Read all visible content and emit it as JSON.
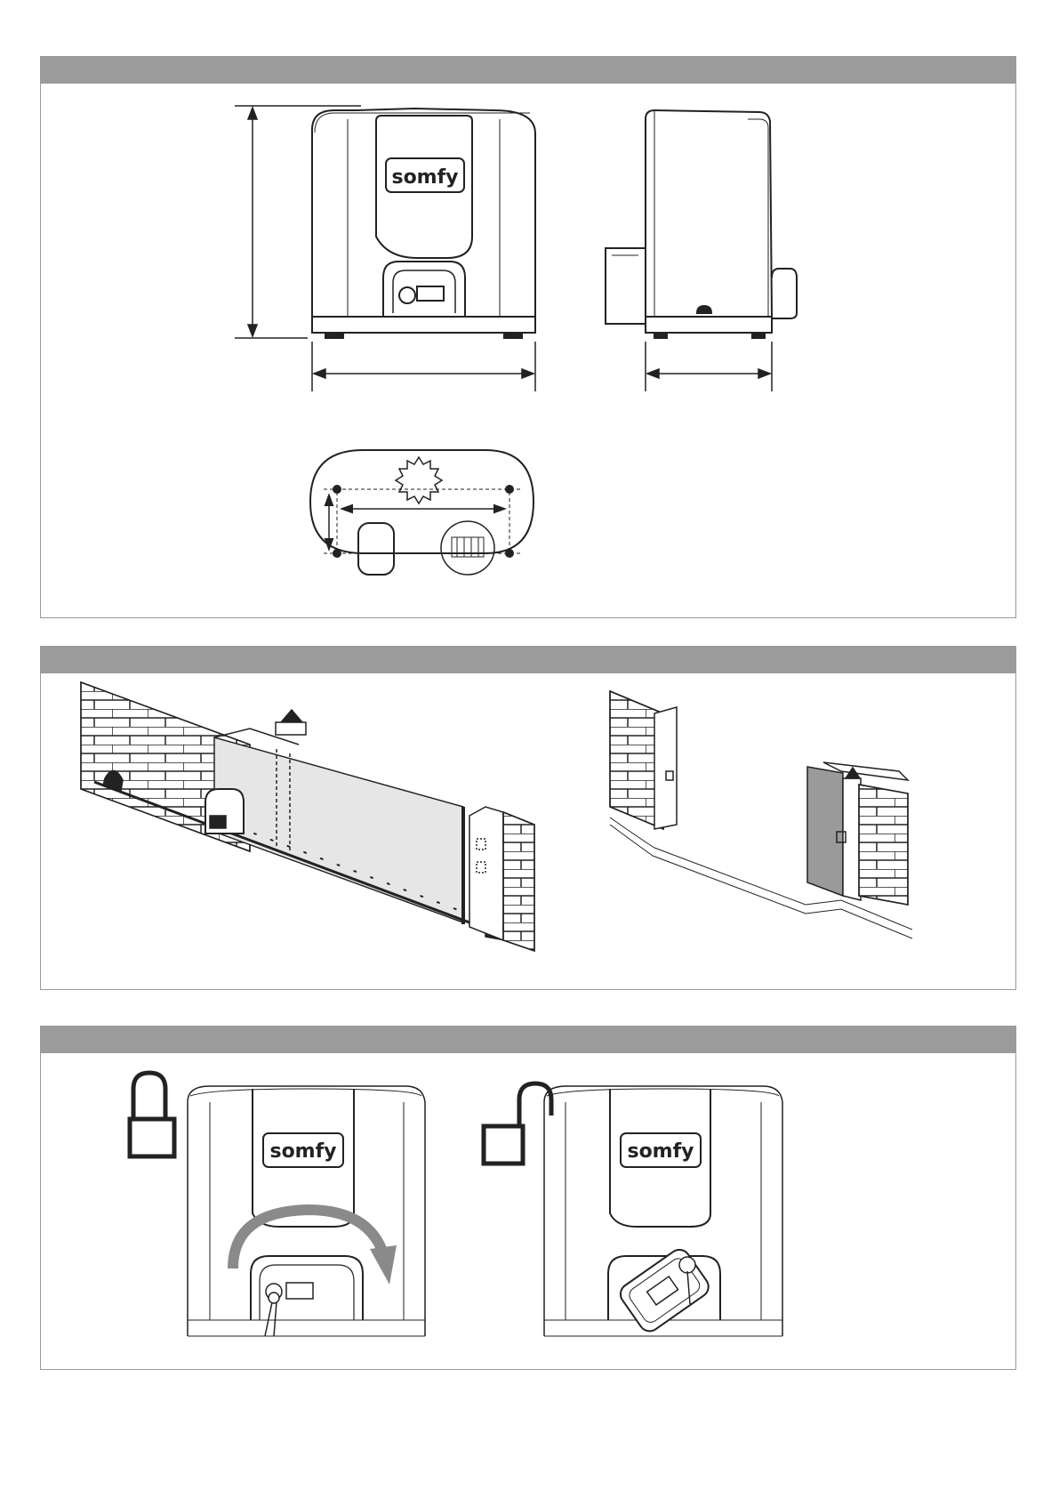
{
  "panels": [
    {
      "id": "dimensions"
    },
    {
      "id": "installation"
    },
    {
      "id": "manual-release"
    }
  ],
  "brand": {
    "logo_text": "somfy"
  },
  "colors": {
    "header_bar": "#9b9b9b",
    "frame": "#9a9a9a",
    "line": "#222222",
    "gate_fill": "#e6e6e6",
    "arrow": "#8a8a8a"
  },
  "icons": [
    "lock-closed-icon",
    "lock-open-icon",
    "rotate-arrow-icon",
    "key-icon"
  ]
}
